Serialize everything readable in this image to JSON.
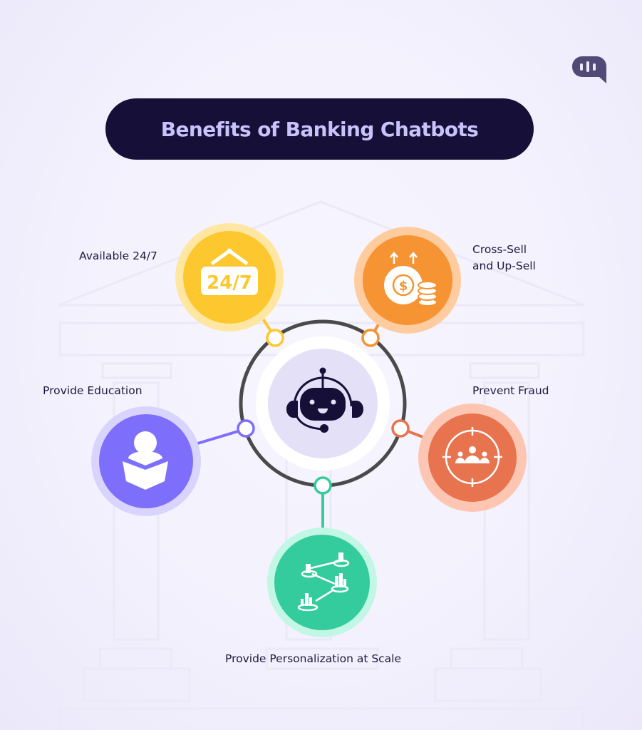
{
  "title": "Benefits of Banking Chatbots",
  "logo_icon": "chat-bubble-sound-icon",
  "center": {
    "icon": "robot-headset-icon",
    "ring_color": "#4a4a4a",
    "inner_fill": "#e3e0f7"
  },
  "benefits": [
    {
      "label": "Available 24/7",
      "icon": "24-7-sign-icon",
      "color": "#fdc82f",
      "halo": "#ffe7a3",
      "icon_text": "24/7"
    },
    {
      "label_line1": "Cross-Sell",
      "label_line2": "and Up-Sell",
      "icon": "coin-stack-arrows-icon",
      "color": "#f69332",
      "halo": "#ffcc9f"
    },
    {
      "label": "Provide Education",
      "icon": "reader-book-icon",
      "color": "#7d6ffb",
      "halo": "#d9d4fe"
    },
    {
      "label": "Prevent Fraud",
      "icon": "target-people-icon",
      "color": "#e8734f",
      "halo": "#fdc6b2"
    },
    {
      "label": "Provide Personalization at Scale",
      "icon": "connected-charts-icon",
      "color": "#35cc9d",
      "halo": "#c1f7e4"
    }
  ]
}
